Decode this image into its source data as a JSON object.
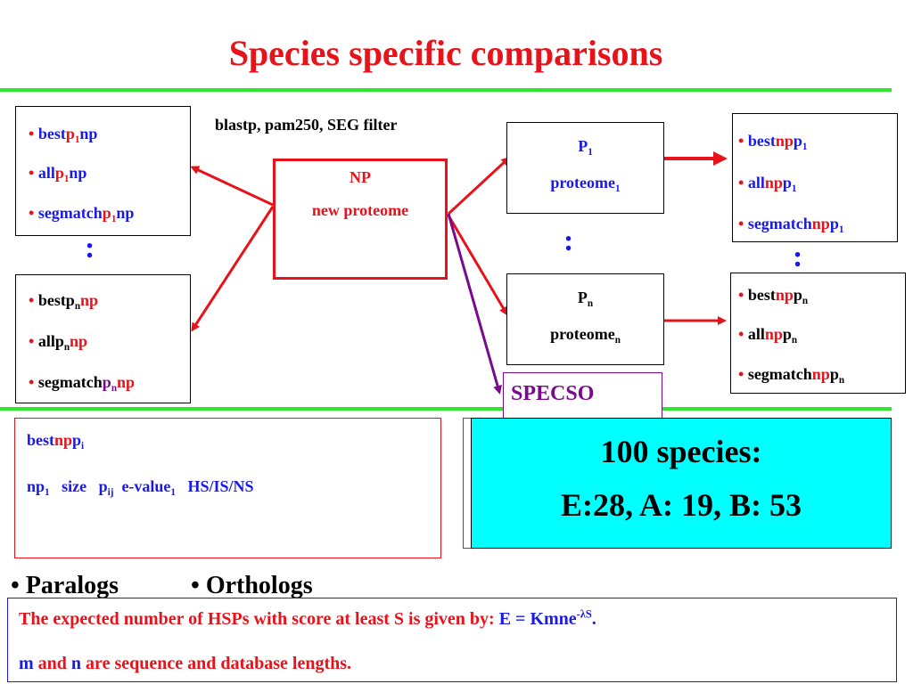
{
  "title": "Species specific comparisons",
  "colors": {
    "title": "#e8121a",
    "rule": "#2ee82e",
    "accent_blue": "#1a1ae6",
    "accent_red": "#e8121a",
    "purple": "#7a0a8c",
    "cyan": "#00ffff"
  },
  "bullet": "•",
  "ellipsis": ":",
  "params": "blastp, pam250, SEG filter",
  "left_top": [
    {
      "a": "best",
      "b": "p",
      "sub": "1",
      "c": "np"
    },
    {
      "a": "all",
      "b": "p",
      "sub": "1",
      "c": "np"
    },
    {
      "a": "segmatch",
      "b": "p",
      "sub": "1",
      "c": "np"
    }
  ],
  "left_bottom": [
    {
      "a": "bestp",
      "sub": "n",
      "c": "np"
    },
    {
      "a": "allp",
      "sub": "n",
      "c": "np"
    },
    {
      "a": "segmatch",
      "b": "p",
      "sub": "n",
      "c": "np"
    }
  ],
  "np_box": {
    "line1": "NP",
    "line2": "new proteome"
  },
  "p1_box": {
    "p": "P",
    "sub": "1",
    "label": "proteome",
    "label_sub": "1"
  },
  "pn_box": {
    "p": "P",
    "sub": "n",
    "label": "proteome",
    "label_sub": "n"
  },
  "right_top": [
    {
      "a": "best",
      "b": "np",
      "c": "p",
      "sub": "1"
    },
    {
      "a": "all",
      "b": "np",
      "c": "p",
      "sub": "1"
    },
    {
      "a": "segmatch",
      "b": "np",
      "c": "p",
      "sub": "1"
    }
  ],
  "right_bottom": [
    {
      "a": "best",
      "b": "np",
      "c": "p",
      "sub": "n"
    },
    {
      "a": "all",
      "b": "np",
      "c": "p",
      "sub": "n"
    },
    {
      "a": "segmatch",
      "b": "np",
      "c": "p",
      "sub": "n"
    }
  ],
  "specso": "SPECSO",
  "result_box": {
    "line1_a": "best",
    "line1_b": "np",
    "line1_c": "p",
    "line1_sub": "i",
    "line2_np": "np",
    "line2_np_sub": "1",
    "line2_size": "size",
    "line2_p": "p",
    "line2_p_sub": "ij",
    "line2_e": "e-value",
    "line2_e_sub": "1",
    "line2_hs": "HS/IS/NS"
  },
  "species_box": {
    "line1": "100 species:",
    "line2": "E:28, A: 19, B: 53"
  },
  "paralogs": "Paralogs",
  "orthologs": "Orthologs",
  "formula": {
    "text": "The expected number of HSPs with score at least S is given by:",
    "eq": "E = Kmne",
    "exp_sign": "-",
    "lambda": "λ",
    "exp_s": "S",
    "period": ".",
    "m": "m",
    "and": "and",
    "n": "n",
    "rest": "are sequence and database lengths."
  }
}
